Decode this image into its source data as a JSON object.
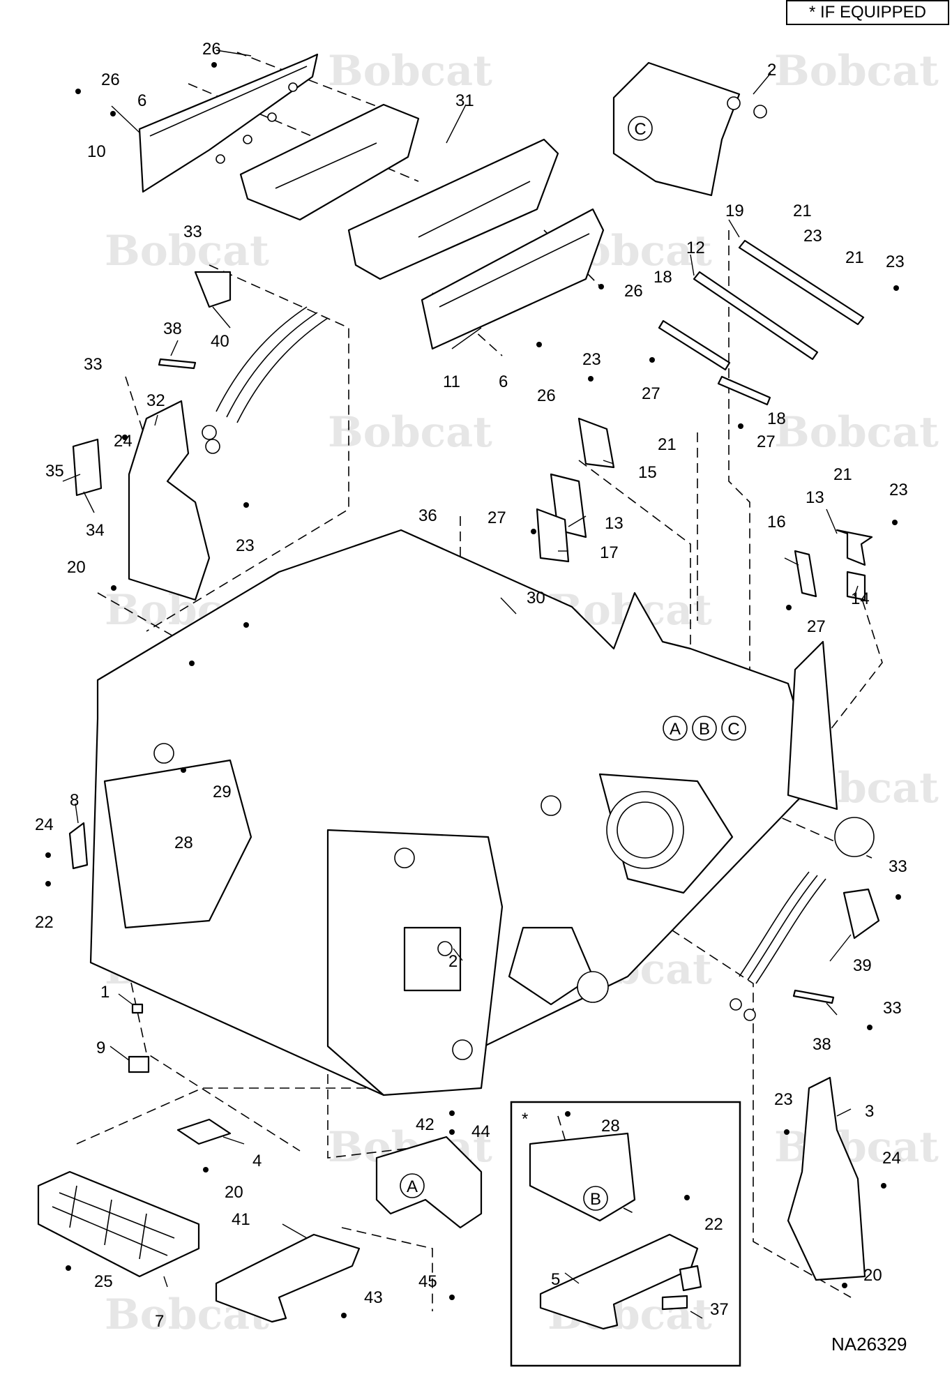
{
  "header": {
    "if_equipped_note": "* IF EQUIPPED"
  },
  "figure": {
    "id": "NA26329",
    "watermark": "Bobcat",
    "inset_marker": "*"
  },
  "detail_letters": [
    "A",
    "B",
    "C"
  ],
  "callouts": [
    "1",
    "2",
    "3",
    "4",
    "5",
    "6",
    "7",
    "8",
    "9",
    "10",
    "11",
    "12",
    "13",
    "14",
    "15",
    "16",
    "17",
    "18",
    "19",
    "20",
    "21",
    "22",
    "23",
    "24",
    "25",
    "26",
    "27",
    "28",
    "29",
    "30",
    "31",
    "32",
    "33",
    "34",
    "35",
    "36",
    "37",
    "38",
    "39",
    "40",
    "41",
    "42",
    "43",
    "44",
    "45"
  ]
}
